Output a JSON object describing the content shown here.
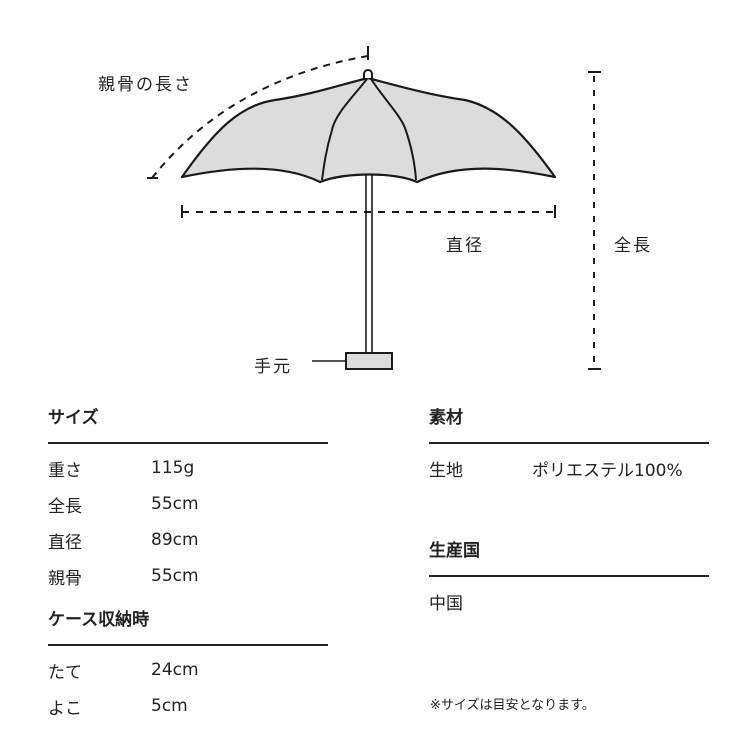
{
  "diagram": {
    "labels": {
      "rib_length": "親骨の長さ",
      "diameter": "直径",
      "total_length": "全長",
      "handle": "手元"
    },
    "colors": {
      "canopy_fill": "#dcdcdc",
      "handle_fill": "#dcdcdc",
      "stroke": "#1a1a1a"
    }
  },
  "size": {
    "title": "サイズ",
    "rows": [
      {
        "label": "重さ",
        "value": "115g"
      },
      {
        "label": "全長",
        "value": "55cm"
      },
      {
        "label": "直径",
        "value": "89cm"
      },
      {
        "label": "親骨",
        "value": "55cm"
      }
    ]
  },
  "case": {
    "title": "ケース収納時",
    "rows": [
      {
        "label": "たて",
        "value": "24cm"
      },
      {
        "label": "よこ",
        "value": "5cm"
      }
    ]
  },
  "material": {
    "title": "素材",
    "rows": [
      {
        "label": "生地",
        "value": "ポリエステル100%"
      }
    ]
  },
  "origin": {
    "title": "生産国",
    "value": "中国"
  },
  "note": "※サイズは目安となります。"
}
